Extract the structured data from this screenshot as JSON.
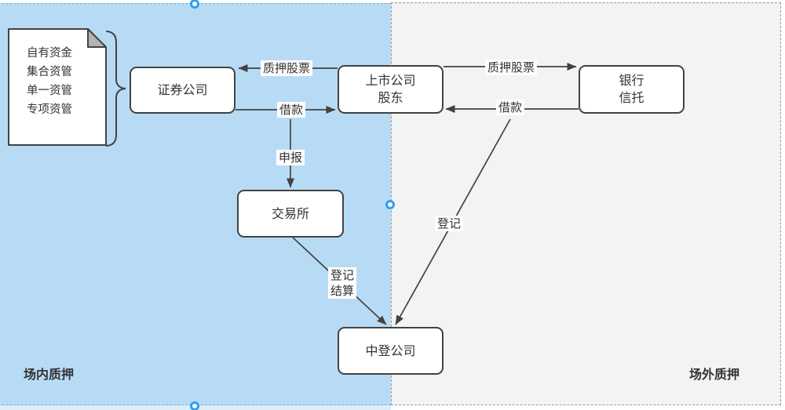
{
  "regions": {
    "on_exchange": {
      "label": "场内质押"
    },
    "off_exchange": {
      "label": "场外质押"
    }
  },
  "document": {
    "lines": [
      "自有资金",
      "集合资管",
      "单一资管",
      "专项资管"
    ]
  },
  "nodes": {
    "securities_company": {
      "label": "证券公司"
    },
    "listed_shareholder": {
      "line1": "上市公司",
      "line2": "股东"
    },
    "bank_trust": {
      "line1": "银行",
      "line2": "信托"
    },
    "exchange": {
      "label": "交易所"
    },
    "csdc": {
      "label": "中登公司"
    }
  },
  "edges": {
    "pledge_left": {
      "label": "质押股票"
    },
    "loan_left": {
      "label": "借款"
    },
    "declare": {
      "label": "申报"
    },
    "register_settle": {
      "line1": "登记",
      "line2": "结算"
    },
    "pledge_right": {
      "label": "质押股票"
    },
    "loan_right": {
      "label": "借款"
    },
    "register_right": {
      "label": "登记"
    }
  },
  "colors": {
    "on_exchange_fill": "#b8dbf5",
    "off_exchange_fill": "#f3f3f3",
    "line": "#424242",
    "handle_ring": "#2e9ff2",
    "doc_fold": "#b3b3b3"
  }
}
